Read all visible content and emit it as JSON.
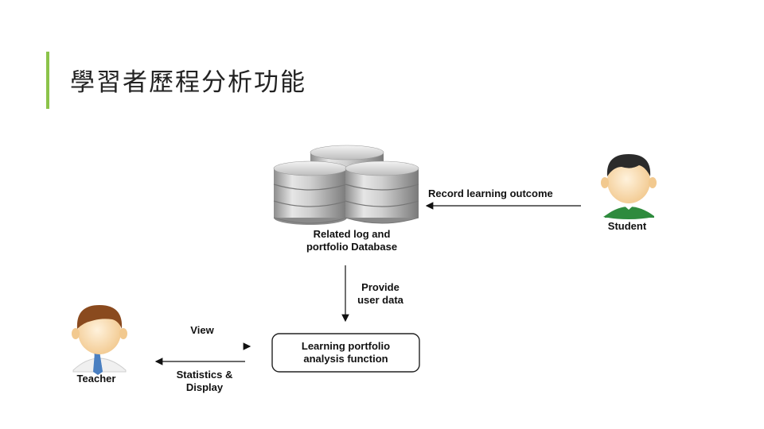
{
  "title": "學習者歷程分析功能",
  "diagram": {
    "database_label_line1": "Related log and",
    "database_label_line2": "portfolio  Database",
    "student_label": "Student",
    "record_label": "Record learning outcome",
    "provide_label_line1": "Provide",
    "provide_label_line2": "user data",
    "function_label_line1": "Learning portfolio",
    "function_label_line2": "analysis function",
    "teacher_label": "Teacher",
    "view_label": "View",
    "stats_label_line1": "Statistics &",
    "stats_label_line2": "Display"
  },
  "colors": {
    "accent": "#8bc34a",
    "student_shirt": "#2e8b3d",
    "teacher_tie": "#4a7fc1"
  }
}
